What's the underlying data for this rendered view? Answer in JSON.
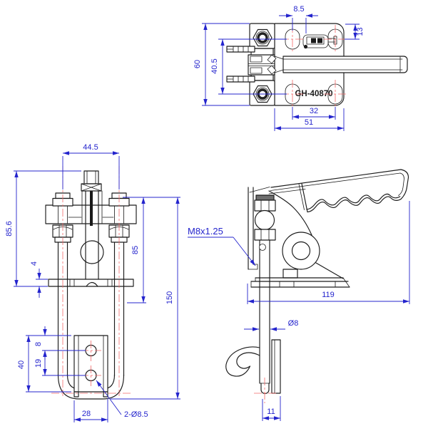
{
  "drawing": {
    "part_number": "GH-40870",
    "colors": {
      "line": "#1a1a1a",
      "dimension": "#2424cd",
      "centerline": "#f26a6a",
      "background": "#ffffff"
    },
    "top_view": {
      "dims": {
        "hole_offset": "8.5",
        "edge_to_hole": "13",
        "overall_depth": "60",
        "hole_row_spacing": "40.5",
        "hole_spacing": "32",
        "plate_length": "51"
      }
    },
    "front_view": {
      "dims": {
        "rod_spacing": "44.5",
        "height_to_bar": "85.6",
        "bar_thickness": "4",
        "rod_height": "85",
        "overall_height": "150",
        "plate_hole_top": "8",
        "plate_hole_pitch": "19",
        "plate_height": "40",
        "plate_width": "28",
        "holes_note": "2-Ø8.5"
      }
    },
    "side_view": {
      "dims": {
        "thread": "M8x1.25",
        "overall_length": "119",
        "rod_diameter": "Ø8",
        "hook_offset": "11"
      }
    }
  }
}
